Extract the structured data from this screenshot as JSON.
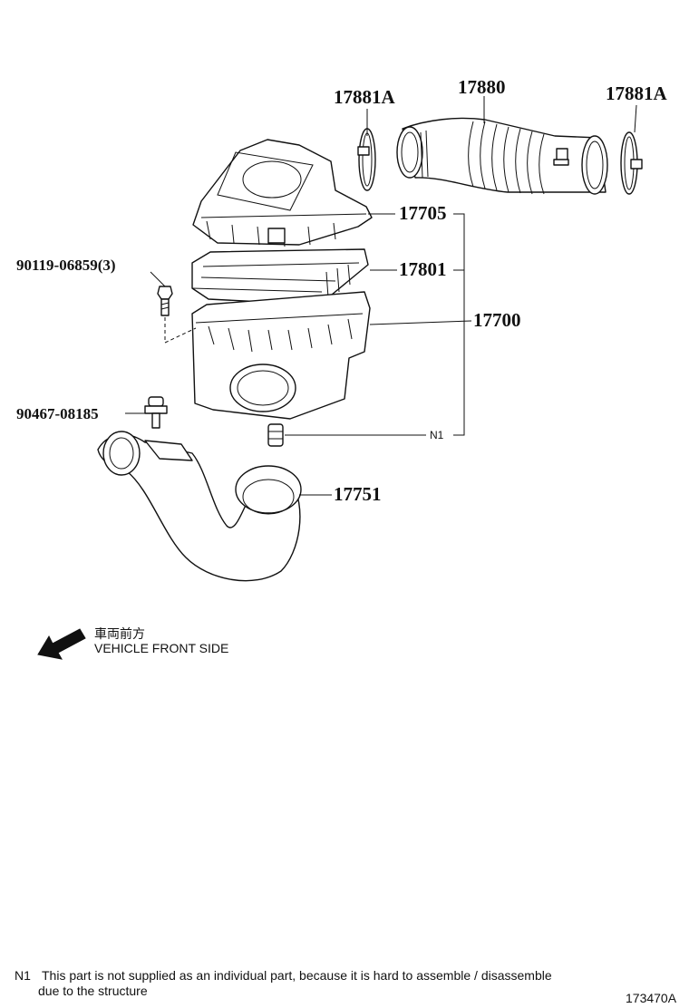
{
  "labels": {
    "p17881A_left": "17881A",
    "p17880": "17880",
    "p17881A_right": "17881A",
    "p17705": "17705",
    "p90119": "90119-06859(3)",
    "p17801": "17801",
    "p17700": "17700",
    "p90467": "90467-08185",
    "pN1": "N1",
    "p17751": "17751"
  },
  "direction": {
    "japanese": "車両前方",
    "english": "VEHICLE FRONT SIDE"
  },
  "footnote": {
    "marker": "N1",
    "line1": "This part is not supplied as an individual part, because it is hard to assemble / disassemble",
    "line2": "due to the structure"
  },
  "diagram_code": "173470A"
}
